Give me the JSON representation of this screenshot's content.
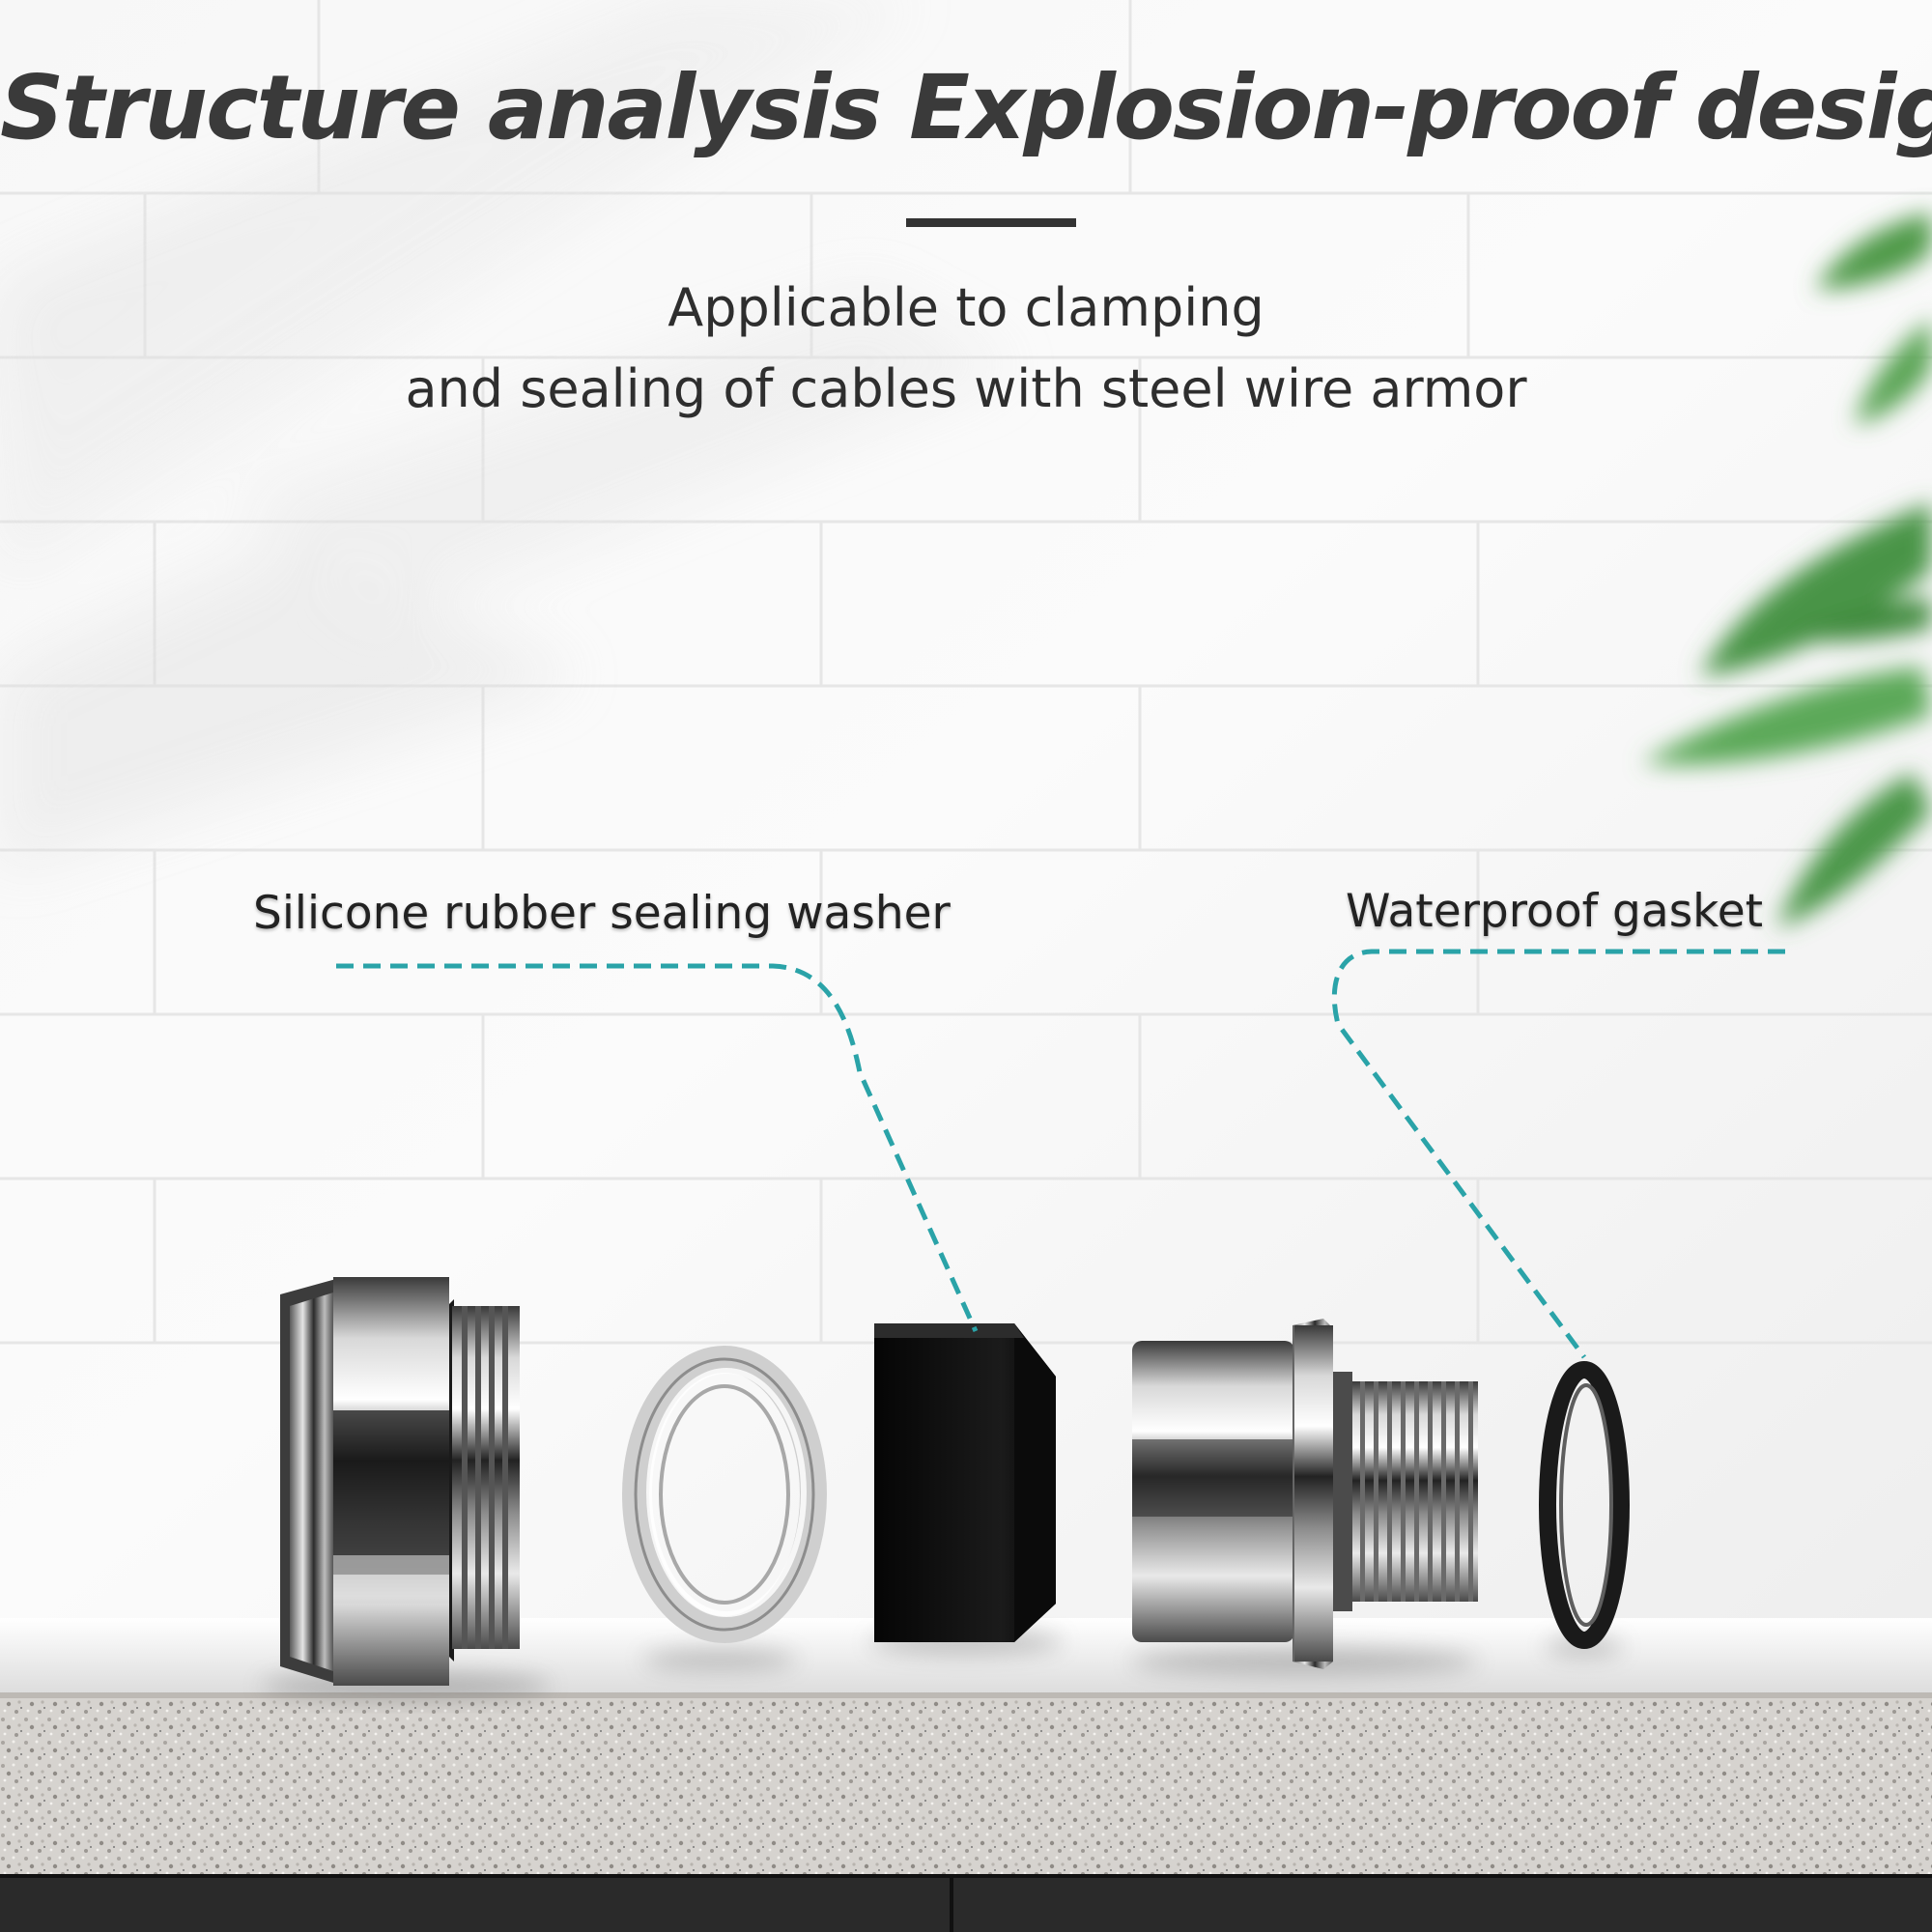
{
  "header": {
    "title": "Structure analysis Explosion-proof design",
    "subtitle_line1": "Applicable to clamping",
    "subtitle_line2": "and sealing of cables with steel wire armor"
  },
  "callouts": {
    "left_label": "Silicone rubber sealing washer",
    "right_label": "Waterproof gasket"
  },
  "colors": {
    "leader_line": "#2aa3a8",
    "title_text": "#3a3a3a",
    "plant": "#4f9a4a"
  }
}
